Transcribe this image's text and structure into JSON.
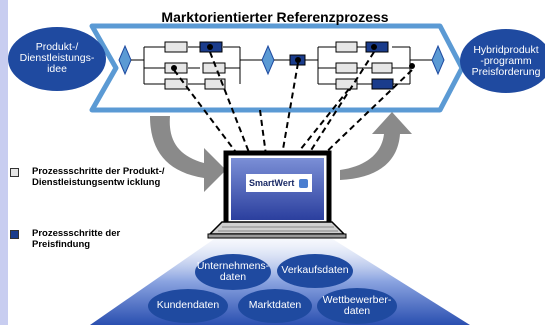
{
  "title": "Marktorientierter Referenzprozess",
  "process": {
    "input_label": "Produkt-/\nDienstleistungs-\nidee",
    "output_label": "Hybridprodukt\n-programm\nPreisforderung"
  },
  "legend": [
    {
      "label": "Prozessschritte der Produkt-/ Dienstleistungsentw icklung",
      "color": "#e6e6e6"
    },
    {
      "label": "Prozessschritte der Preisfindung",
      "color": "#1a3c8c"
    }
  ],
  "laptop": {
    "brand": "SmartWert"
  },
  "data_sources": [
    {
      "label": "Unternehmens-\ndaten"
    },
    {
      "label": "Verkaufsdaten"
    },
    {
      "label": "Kundendaten"
    },
    {
      "label": "Marktdaten"
    },
    {
      "label": "Wettbewerber-\ndaten"
    }
  ],
  "colors": {
    "dark_blue": "#1f4aa0",
    "sky_blue": "#5b9ad4",
    "panel_fill": "#4a7ed0",
    "side_bar": "#c8cdf0",
    "arrow_gray": "#8a8a8a"
  }
}
